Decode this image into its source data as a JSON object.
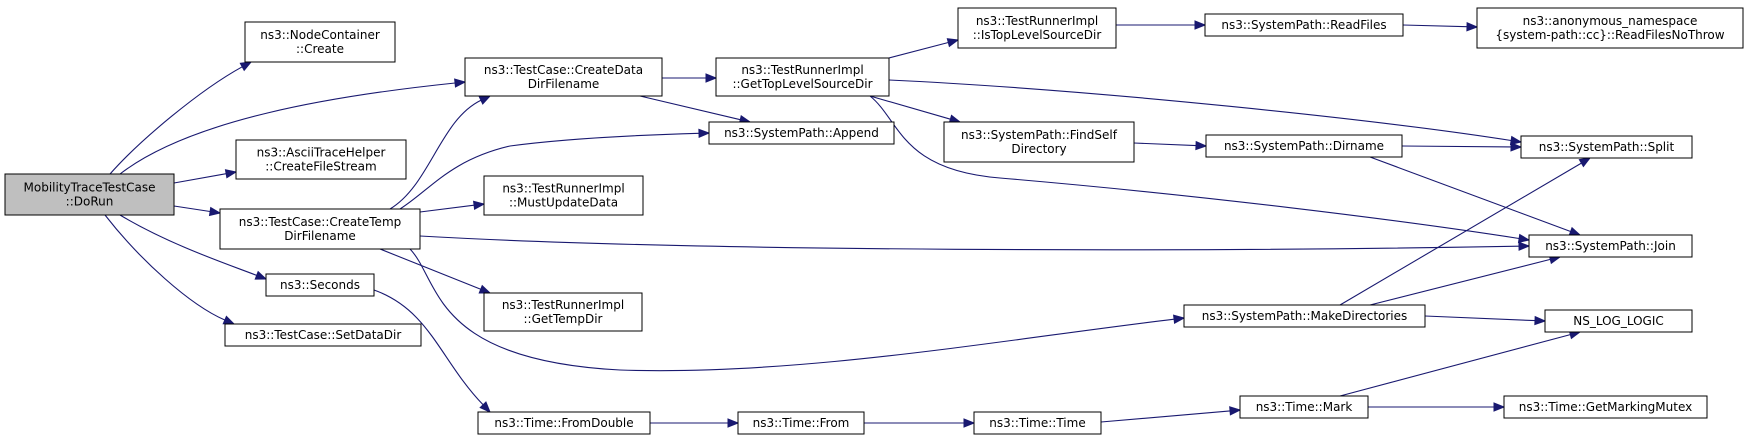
{
  "nodes": {
    "root": [
      "MobilityTraceTestCase",
      "::DoRun"
    ],
    "nodecontainer": [
      "ns3::NodeContainer",
      "::Create"
    ],
    "createdatadir": [
      "ns3::TestCase::CreateData",
      "DirFilename"
    ],
    "ascii": [
      "ns3::AsciiTraceHelper",
      "::CreateFileStream"
    ],
    "createtempdir": [
      "ns3::TestCase::CreateTemp",
      "DirFilename"
    ],
    "seconds": [
      "ns3::Seconds"
    ],
    "setdatadir": [
      "ns3::TestCase::SetDataDir"
    ],
    "gettoplevel": [
      "ns3::TestRunnerImpl",
      "::GetTopLevelSourceDir"
    ],
    "append": [
      "ns3::SystemPath::Append"
    ],
    "mustupdate": [
      "ns3::TestRunnerImpl",
      "::MustUpdateData"
    ],
    "gettempdir": [
      "ns3::TestRunnerImpl",
      "::GetTempDir"
    ],
    "fromdouble": [
      "ns3::Time::FromDouble"
    ],
    "istoplevel": [
      "ns3::TestRunnerImpl",
      "::IsTopLevelSourceDir"
    ],
    "findself": [
      "ns3::SystemPath::FindSelf",
      "Directory"
    ],
    "from": [
      "ns3::Time::From"
    ],
    "time": [
      "ns3::Time::Time"
    ],
    "readfiles": [
      "ns3::SystemPath::ReadFiles"
    ],
    "dirname": [
      "ns3::SystemPath::Dirname"
    ],
    "makedirs": [
      "ns3::SystemPath::MakeDirectories"
    ],
    "mark": [
      "ns3::Time::Mark"
    ],
    "readnothrow": [
      "ns3::anonymous_namespace",
      "{system-path::cc}::ReadFilesNoThrow"
    ],
    "split": [
      "ns3::SystemPath::Split"
    ],
    "join": [
      "ns3::SystemPath::Join"
    ],
    "nslog": [
      "NS_LOG_LOGIC"
    ],
    "getmutex": [
      "ns3::Time::GetMarkingMutex"
    ]
  }
}
